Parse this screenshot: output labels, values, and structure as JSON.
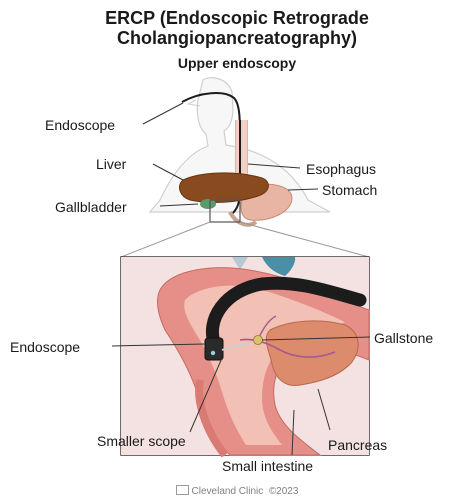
{
  "title_line1": "ERCP (Endoscopic Retrograde",
  "title_line2": "Cholangiopancreatography)",
  "subtitle": "Upper endoscopy",
  "labels": {
    "endoscope_top": "Endoscope",
    "liver": "Liver",
    "gallbladder": "Gallbladder",
    "esophagus": "Esophagus",
    "stomach": "Stomach",
    "endoscope_inset": "Endoscope",
    "gallstone": "Gallstone",
    "smaller_scope": "Smaller scope",
    "pancreas": "Pancreas",
    "small_intestine": "Small intestine"
  },
  "footer": {
    "brand": "Cleveland Clinic",
    "year": "©2023"
  },
  "colors": {
    "body_outline": "#c9c9c9",
    "liver": "#8a4a1f",
    "stomach": "#e6b8a8",
    "intestine": "#e9a8a0",
    "endoscope": "#1c1c1c",
    "pancreas": "#d98a6a"
  }
}
